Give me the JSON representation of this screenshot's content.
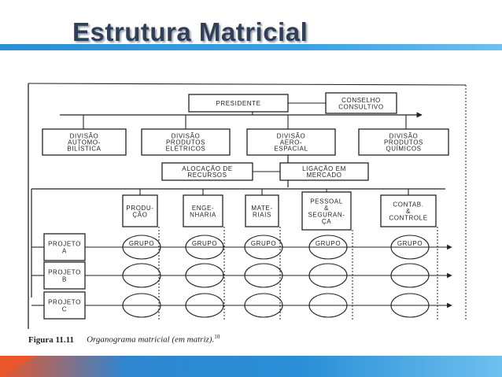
{
  "slide": {
    "title": "Estrutura Matricial"
  },
  "chart": {
    "top": [
      "PRESIDENTE",
      "CONSELHO\nCONSULTIVO"
    ],
    "divisions": [
      "DIVISÃO\nAUTOMO-\nBILÍSTICA",
      "DIVISÃO\nPRODUTOS\nELÉTRICOS",
      "DIVISÃO\nAERO-\nESPACIAL",
      "DIVISÃO\nPRODUTOS\nQUÍMICOS"
    ],
    "staff": [
      "ALOCAÇÃO DE\nRECURSOS",
      "LIGAÇÃO EM\nMERCADO"
    ],
    "functions": [
      "PRODU-\nÇÃO",
      "ENGE-\nNHARIA",
      "MATE-\nRIAIS",
      "PESSOAL\n&\nSEGURAN-\nÇA",
      "CONTAB.\n&\nCONTROLE"
    ],
    "projects": [
      "PROJETO\nA",
      "PROJETO\nB",
      "PROJETO\nC"
    ],
    "cell_label": "GRUPO"
  },
  "caption": {
    "number": "Figura 11.11",
    "text": "Organograma matricial (em matriz).",
    "ref": "10"
  }
}
